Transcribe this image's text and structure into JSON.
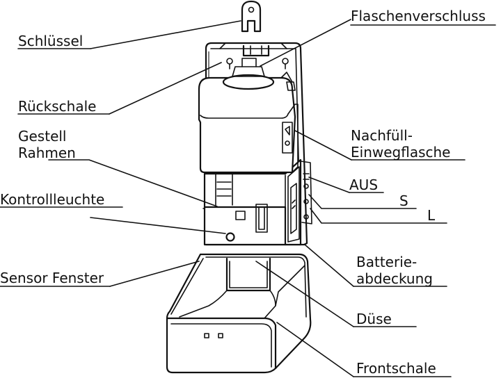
{
  "labels": {
    "schluessel": "Schlüssel",
    "flaschenverschluss": "Flaschenverschluss",
    "rueckschale": "Rückschale",
    "gestell": "Gestell",
    "rahmen": "Rahmen",
    "nachfuell": "Nachfüll-",
    "einwegflasche": "Einwegflasche",
    "aus": "AUS",
    "s": "S",
    "l": "L",
    "kontrollleuchte": "Kontrollleuchte",
    "sensor_fenster": "Sensor Fenster",
    "batterie": "Batterie-",
    "abdeckung": "abdeckung",
    "duese": "Düse",
    "frontschale": "Frontschale"
  }
}
